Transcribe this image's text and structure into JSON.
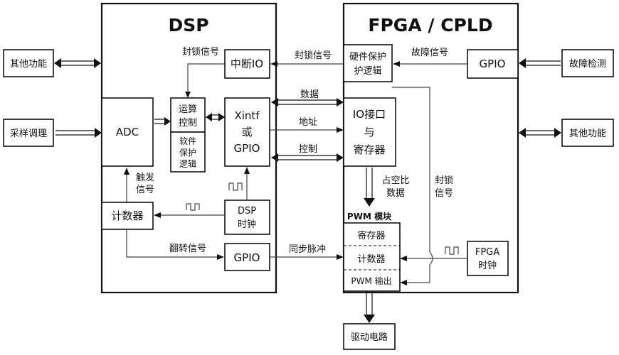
{
  "dsp": {
    "title": "DSP",
    "interrupt_io": "中断IO",
    "adc": "ADC",
    "calc_control": [
      "运算",
      "控制"
    ],
    "soft_protect": [
      "软件",
      "保护",
      "逻辑"
    ],
    "xintf": [
      "Xintf",
      "或",
      "GPIO"
    ],
    "counter": "计数器",
    "dsp_clock": [
      "DSP",
      "时钟"
    ],
    "gpio": "GPIO",
    "trigger_signal": [
      "触发",
      "信号"
    ],
    "lock_signal": "封锁信号",
    "toggle_signal": "翻转信号"
  },
  "fpga": {
    "title": "FPGA / CPLD",
    "hw_protect": [
      "硬件保护",
      "护逻辑"
    ],
    "gpio": "GPIO",
    "io_iface": [
      "IO接口",
      "与",
      "寄存器"
    ],
    "duty": [
      "占空比",
      "数据"
    ],
    "pwm_module": "PWM 模块",
    "pwm_register": "寄存器",
    "pwm_counter": "计数器",
    "pwm_output": "PWM 输出",
    "fpga_clock": [
      "FPGA",
      "时钟"
    ],
    "fault_signal": "故障信号",
    "lock_signal_right": [
      "封锁",
      "信号"
    ]
  },
  "bus": {
    "lock_signal": "封锁信号",
    "data": "数据",
    "address": "地址",
    "control": "控制",
    "sync_pulse": "同步脉冲"
  },
  "external": {
    "other_left": "其他功能",
    "sampling": "采样调理",
    "fault_detect": "故障检测",
    "other_right": "其他功能",
    "drive": "驱动电路"
  }
}
